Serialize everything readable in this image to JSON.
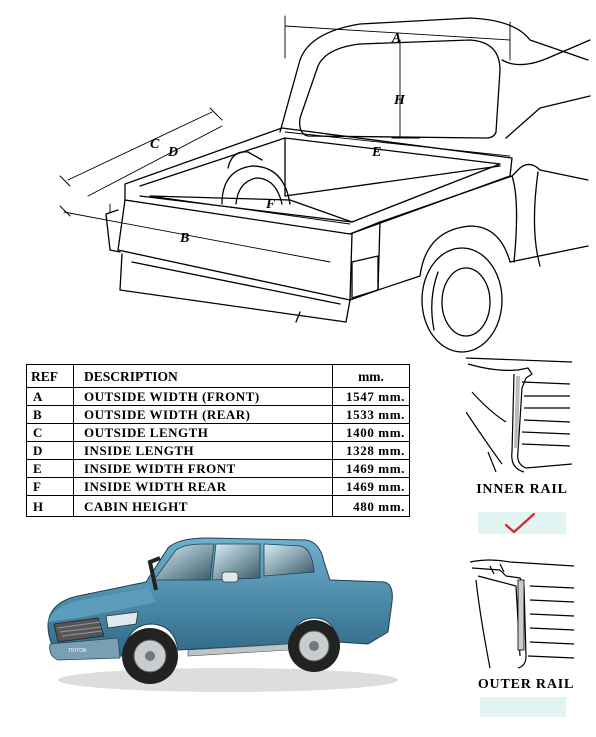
{
  "diagram": {
    "labels": {
      "A": "A",
      "B": "B",
      "C": "C",
      "D": "D",
      "E": "E",
      "F": "F",
      "H": "H"
    }
  },
  "table": {
    "headers": {
      "ref": "REF",
      "description": "DESCRIPTION",
      "unit": "mm."
    },
    "rows": [
      {
        "ref": "A",
        "description": "OUTSIDE WIDTH (FRONT)",
        "value": "1547 mm."
      },
      {
        "ref": "B",
        "description": "OUTSIDE WIDTH (REAR)",
        "value": "1533 mm."
      },
      {
        "ref": "C",
        "description": "OUTSIDE LENGTH",
        "value": "1400 mm."
      },
      {
        "ref": "D",
        "description": "INSIDE LENGTH",
        "value": "1328 mm."
      },
      {
        "ref": "E",
        "description": "INSIDE WIDTH FRONT",
        "value": "1469 mm."
      },
      {
        "ref": "F",
        "description": "INSIDE WIDTH REAR",
        "value": "1469 mm."
      },
      {
        "ref": "H",
        "description": "CABIN HEIGHT",
        "value": "480 mm."
      }
    ]
  },
  "rails": {
    "inner": {
      "label": "INNER RAIL",
      "selected": true
    },
    "outer": {
      "label": "OUTER RAIL",
      "selected": false
    }
  },
  "truck_photo": {
    "badge": "TRITON",
    "body_color": "#4f8fae"
  },
  "colors": {
    "check_bg": "#e0f5f1",
    "check_mark": "#d9252b"
  }
}
